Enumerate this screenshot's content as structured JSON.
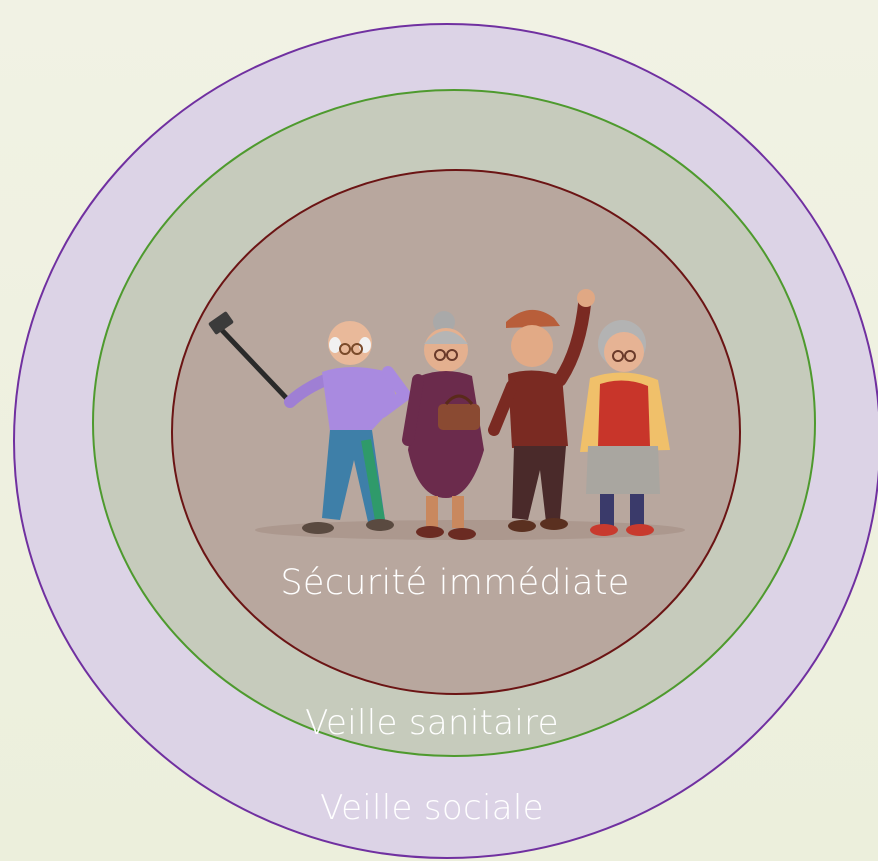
{
  "diagram": {
    "rings": [
      {
        "id": "outer",
        "label": "Veille sociale",
        "fill": "#dcd3e6",
        "stroke": "#7030a0"
      },
      {
        "id": "middle",
        "label": "Veille sanitaire",
        "fill": "#c6cbbc",
        "stroke": "#4e9a2e"
      },
      {
        "id": "inner",
        "label": "Sécurité immédiate",
        "fill": "#b8a79e",
        "stroke": "#6b1414"
      }
    ],
    "illustration": {
      "icon": "elderly-group-selfie-illustration"
    },
    "label_color": "#ffffff"
  }
}
